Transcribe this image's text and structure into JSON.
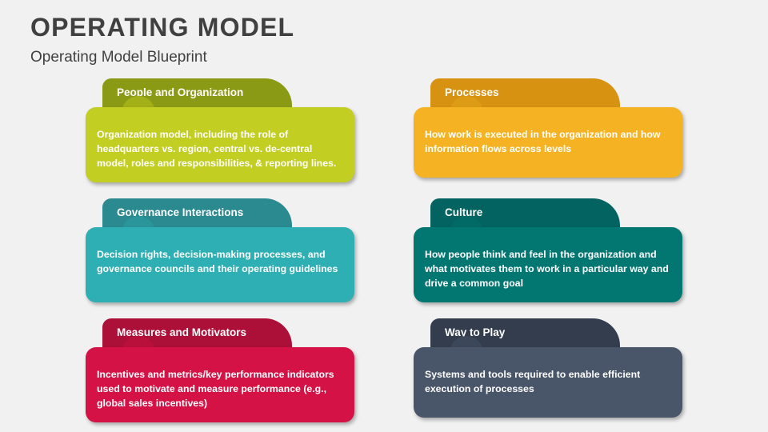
{
  "header": {
    "title": "OPERATING MODEL",
    "subtitle": "Operating Model Blueprint"
  },
  "theme": {
    "background": "#f1f1f1",
    "title_color": "#404040",
    "text_color": "#ffffff"
  },
  "cards": [
    {
      "id": "people-and-organization",
      "title": "People and Organization",
      "description": "Organization model, including the role of headquarters vs. region, central vs. de-central model, roles and responsibilities, & reporting lines.",
      "tab_color": "#8a9a14",
      "body_color": "#c2ce21",
      "knob_color": "#a3b018",
      "column": "left",
      "row": 1
    },
    {
      "id": "processes",
      "title": "Processes",
      "description": "How work is executed in the organization and how information flows across levels",
      "tab_color": "#d79212",
      "body_color": "#f5b323",
      "knob_color": "#dc9c16",
      "column": "right",
      "row": 1
    },
    {
      "id": "governance-interactions",
      "title": "Governance Interactions",
      "description": "Decision rights, decision-making processes, and governance councils and their operating guidelines",
      "tab_color": "#2a8a90",
      "body_color": "#2eafb3",
      "knob_color": "#2a959b",
      "column": "left",
      "row": 2
    },
    {
      "id": "culture",
      "title": "Culture",
      "description": "How people think and feel in the organization and what motivates them to work in a particular way and drive a common goal",
      "tab_color": "#026360",
      "body_color": "#027772",
      "knob_color": "#026a66",
      "column": "right",
      "row": 2
    },
    {
      "id": "measures-and-motivators",
      "title": "Measures and Motivators",
      "description": "Incentives and metrics/key performance indicators used to motivate and measure performance (e.g., global sales incentives)",
      "tab_color": "#ac0f37",
      "body_color": "#d41245",
      "knob_color": "#b9103b",
      "column": "left",
      "row": 3
    },
    {
      "id": "way-to-play",
      "title": "Way to Play",
      "description": "Systems and tools required to enable efficient execution of processes",
      "tab_color": "#333d4e",
      "body_color": "#495569",
      "knob_color": "#3c475a",
      "column": "right",
      "row": 3
    }
  ]
}
